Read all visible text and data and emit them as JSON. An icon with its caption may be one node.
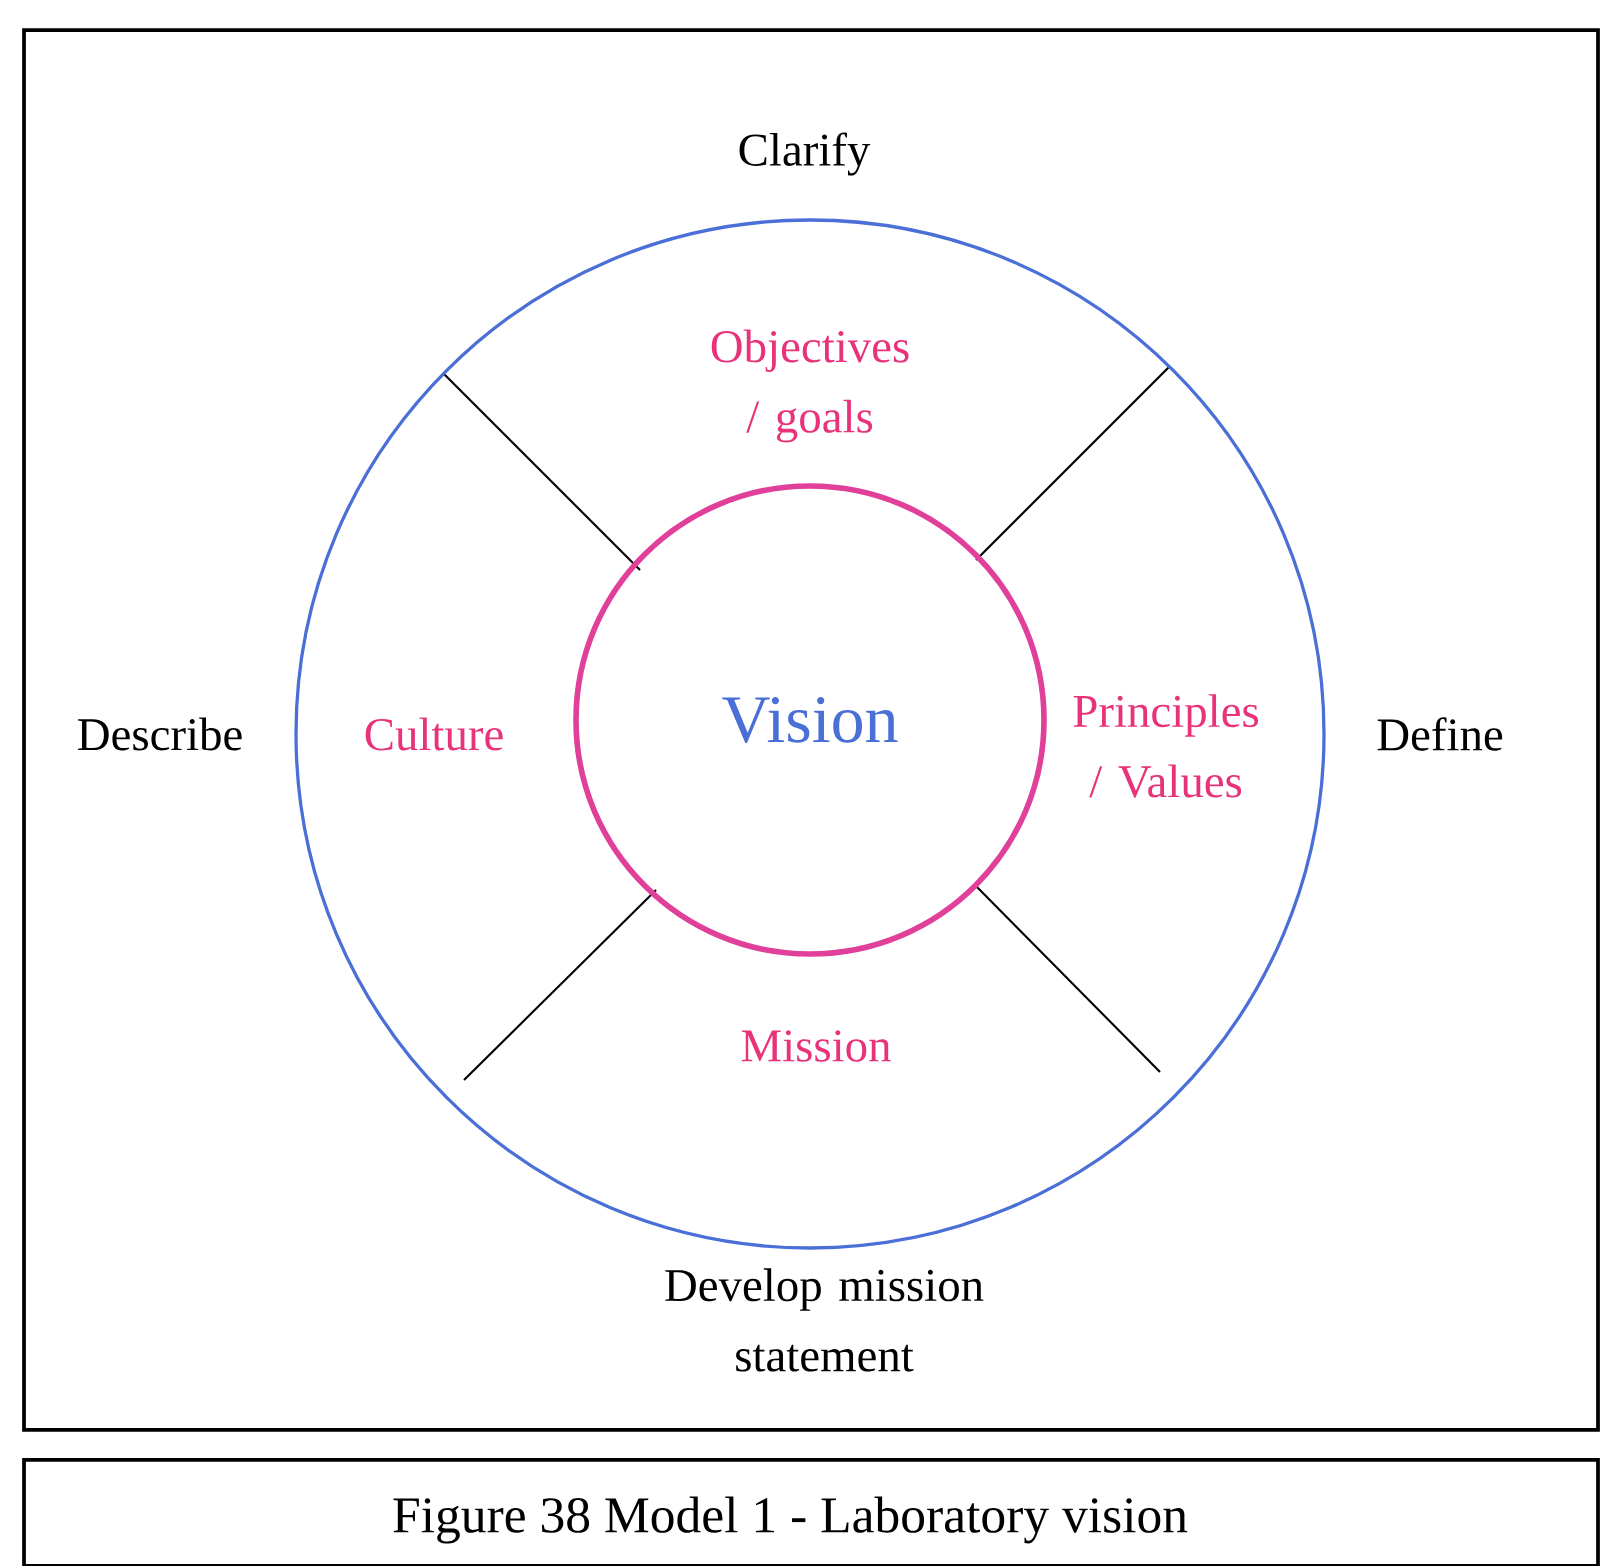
{
  "diagram": {
    "caption": "Figure 38   Model 1 - Laboratory vision",
    "nodes": [
      {
        "text": [],
        "shape": "circle"
      },
      {
        "text": [
          "Vision"
        ],
        "in": 0
      },
      {
        "text": [
          "Objectives / goals"
        ],
        "in": 0
      },
      {
        "text": [
          "Culture"
        ],
        "in": 0
      },
      {
        "text": [
          "Principles / Values"
        ],
        "in": 0
      },
      {
        "text": [
          "Mission"
        ],
        "in": 0
      }
    ],
    "labels": [
      "Clarify",
      "Describe",
      "Define",
      "Develop mission statement"
    ]
  }
}
